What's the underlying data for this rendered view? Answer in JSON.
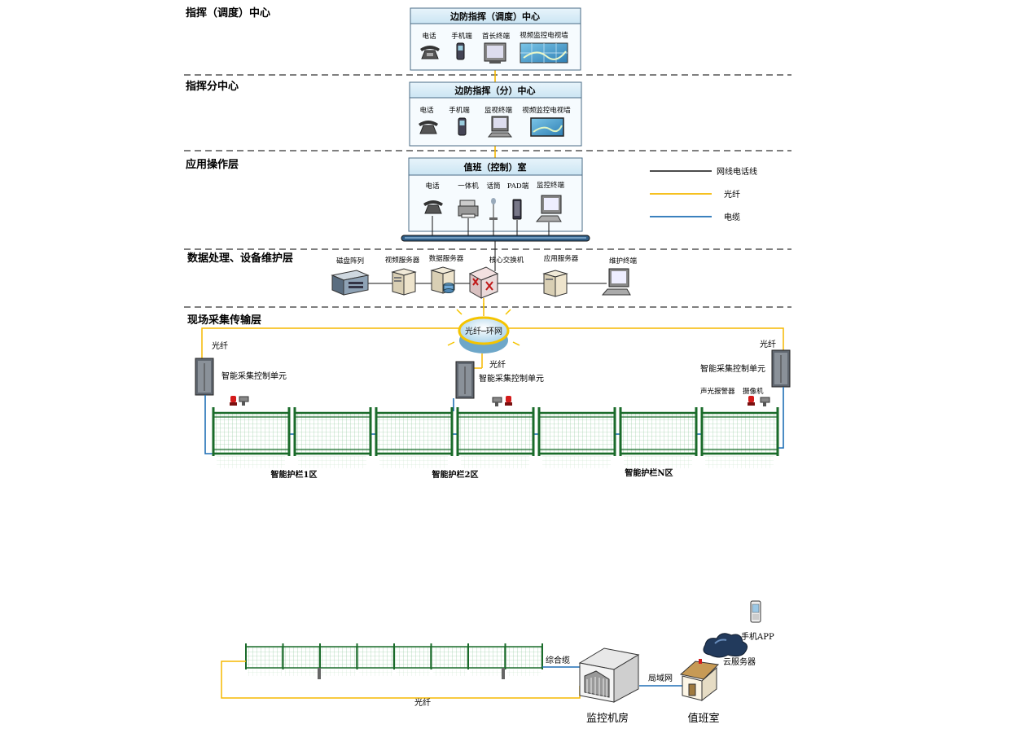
{
  "layers": [
    "指挥（调度）中心",
    "指挥分中心",
    "应用操作层",
    "数据处理、设备维护层",
    "现场采集传输层"
  ],
  "center": {
    "title": "边防指挥（调度）中心",
    "devices": [
      "电话",
      "手机端",
      "首长终端",
      "视频监控电视墙"
    ]
  },
  "subcenter": {
    "title": "边防指挥（分）中心",
    "devices": [
      "电话",
      "手机端",
      "监视终端",
      "视频监控电视墙"
    ]
  },
  "control_room": {
    "title": "值班（控制）室",
    "devices": [
      "电话",
      "一体机",
      "话筒",
      "PAD端",
      "监控终端"
    ]
  },
  "legend": [
    {
      "label": "网线电话线",
      "color": "#111111"
    },
    {
      "label": "光纤",
      "color": "#f5b800"
    },
    {
      "label": "电缆",
      "color": "#1f6fb5"
    }
  ],
  "data_layer": {
    "devices": [
      "磁盘阵列",
      "视频服务器",
      "数据服务器",
      "核心交换机",
      "应用服务器",
      "维护终端"
    ]
  },
  "field": {
    "ring": "光纤─环网",
    "fiber_left": "光纤",
    "fiber_mid": "光纤",
    "fiber_right": "光纤",
    "unit_left": "智能采集控制单元",
    "unit_mid": "智能采集控制单元",
    "unit_right": "智能采集控制单元",
    "alarm": "声光报警器",
    "camera": "摄像机",
    "zones": [
      "智能护栏1区",
      "智能护栏2区",
      "智能护栏N区"
    ]
  },
  "bottom": {
    "cable": "综合缆",
    "fiber": "光纤",
    "lan": "局域网",
    "cloud": "云服务器",
    "phone_app": "手机APP",
    "monitor_room": "监控机房",
    "duty_room": "值班室"
  },
  "colors": {
    "fiber": "#f5b800",
    "cable": "#1f6fb5",
    "fence": "#1a6b2a",
    "mesh": "#9ac7a0"
  }
}
